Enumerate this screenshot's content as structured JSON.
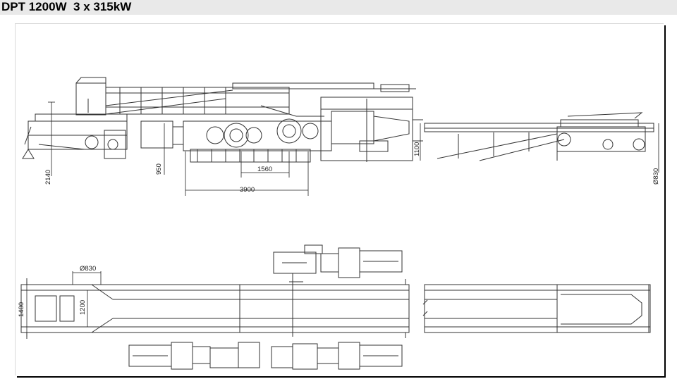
{
  "title": "DPT 1200W  3 x 315kW",
  "dimensions": {
    "d2140": "2140",
    "d950": "950",
    "d1560": "1560",
    "d3900": "3900",
    "d1100": "1100",
    "d830_side": "Ø830",
    "d830_plan": "Ø830",
    "d1400": "1400",
    "d1200": "1200"
  }
}
